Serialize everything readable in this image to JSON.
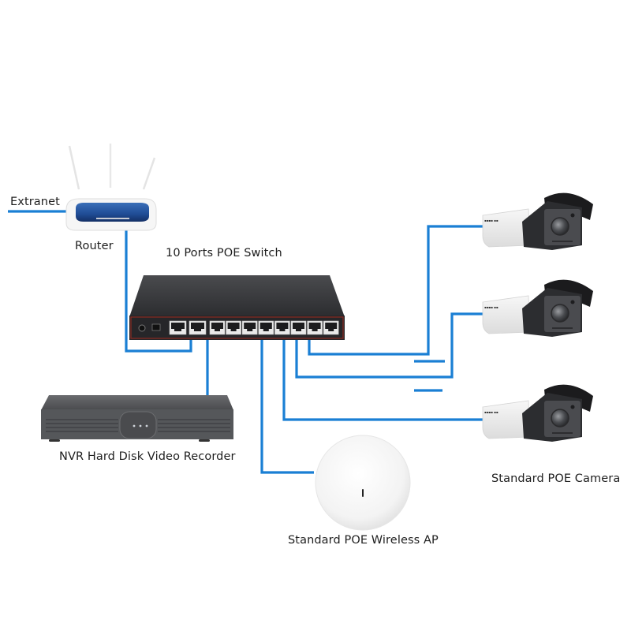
{
  "diagram": {
    "type": "network-topology",
    "cable_color": "#1a7fd4",
    "nodes": {
      "extranet": {
        "label": "Extranet"
      },
      "router": {
        "label": "Router"
      },
      "switch": {
        "label": "10 Ports POE Switch",
        "port_count": 10
      },
      "nvr": {
        "label": "NVR Hard Disk Video Recorder"
      },
      "ap": {
        "label": "Standard POE Wireless AP"
      },
      "cameras": {
        "label": "Standard POE Camera",
        "count": 3
      }
    },
    "connections": [
      {
        "from": "extranet",
        "to": "router"
      },
      {
        "from": "router",
        "to": "switch"
      },
      {
        "from": "switch",
        "to": "nvr"
      },
      {
        "from": "switch",
        "to": "ap"
      },
      {
        "from": "switch",
        "to": "camera-1"
      },
      {
        "from": "switch",
        "to": "camera-2"
      },
      {
        "from": "switch",
        "to": "camera-3"
      }
    ]
  }
}
